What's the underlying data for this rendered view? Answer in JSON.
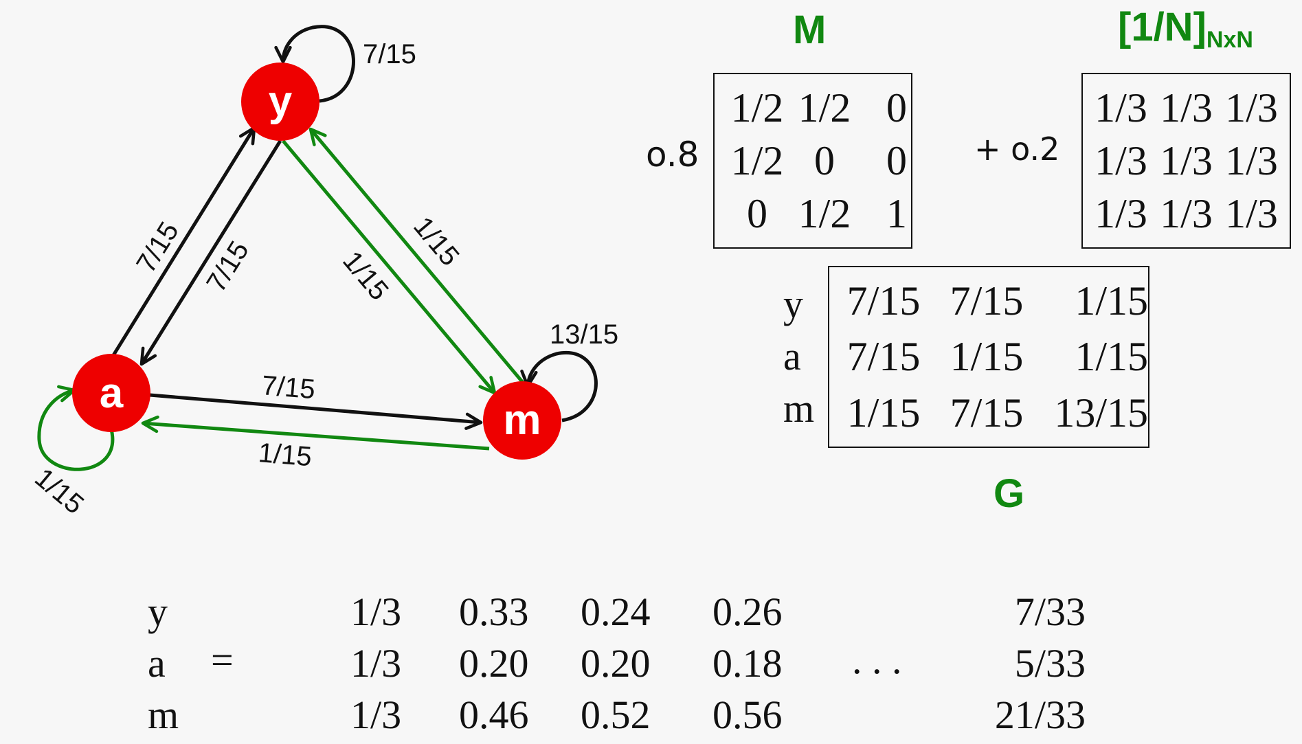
{
  "graph": {
    "nodes": [
      {
        "id": "y",
        "label": "y"
      },
      {
        "id": "a",
        "label": "a"
      },
      {
        "id": "m",
        "label": "m"
      }
    ],
    "edges": {
      "y_self": "7/15",
      "y_to_a": "7/15",
      "a_to_y": "7/15",
      "y_to_m": "1/15",
      "m_to_y": "1/15",
      "a_to_m": "7/15",
      "m_to_a": "1/15",
      "a_self": "1/15",
      "m_self": "13/15"
    },
    "colors": {
      "node": "#ee0000",
      "black_edge": "#111111",
      "green_edge": "#118811"
    }
  },
  "formula": {
    "m_title": "M",
    "n_title": "[1/N]",
    "n_subscript": "NxN",
    "beta": "o.8",
    "plus": "+ o.2",
    "g_title": "G",
    "M": [
      [
        "1/2",
        "1/2",
        "0"
      ],
      [
        "1/2",
        "0",
        "0"
      ],
      [
        "0",
        "1/2",
        "1"
      ]
    ],
    "N": [
      [
        "1/3",
        "1/3",
        "1/3"
      ],
      [
        "1/3",
        "1/3",
        "1/3"
      ],
      [
        "1/3",
        "1/3",
        "1/3"
      ]
    ],
    "G_rows": [
      "y",
      "a",
      "m"
    ],
    "G": [
      [
        "7/15",
        "7/15",
        "1/15"
      ],
      [
        "7/15",
        "1/15",
        "1/15"
      ],
      [
        "1/15",
        "7/15",
        "13/15"
      ]
    ]
  },
  "iteration": {
    "rows": [
      "y",
      "a",
      "m"
    ],
    "equals": "=",
    "ellipsis": ". . .",
    "columns": [
      [
        "1/3",
        "1/3",
        "1/3"
      ],
      [
        "0.33",
        "0.20",
        "0.46"
      ],
      [
        "0.24",
        "0.20",
        "0.52"
      ],
      [
        "0.26",
        "0.18",
        "0.56"
      ]
    ],
    "final": [
      "7/33",
      "5/33",
      "21/33"
    ]
  }
}
